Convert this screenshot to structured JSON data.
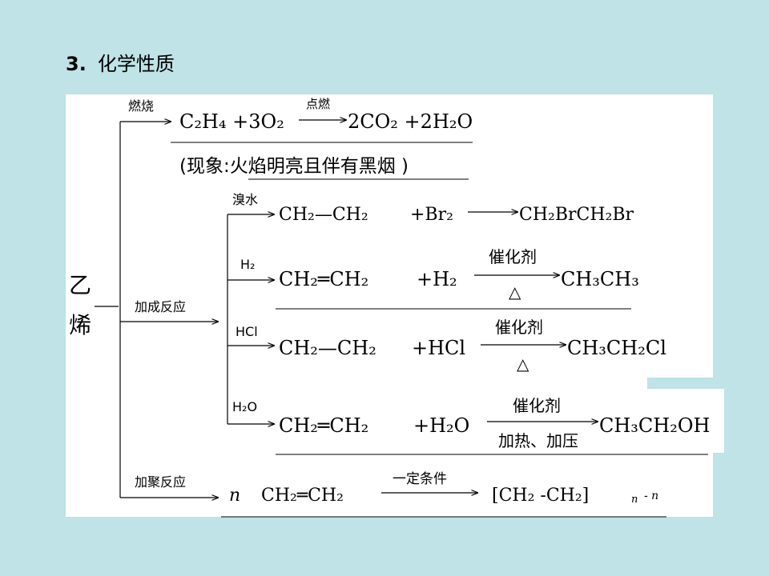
{
  "heading": {
    "number": "3.",
    "title": "化学性质"
  },
  "root": {
    "line1": "乙",
    "line2": "烯"
  },
  "branches": {
    "combustion": {
      "label": "燃烧",
      "lhs": "C₂H₄ +3O₂",
      "condition": "点燃",
      "rhs": "2CO₂ +2H₂O",
      "phenomenon": "(现象:火焰明亮且伴有黑烟 )"
    },
    "addition": {
      "label": "加成反应",
      "rxn1": {
        "label": "溴水",
        "lhs": "CH₂—CH₂",
        "reagent": "+Br₂",
        "rhs": "CH₂BrCH₂Br"
      },
      "rxn2": {
        "label": "H₂",
        "lhs": "CH₂═CH₂",
        "reagent": "+H₂",
        "condition_top": "催化剂",
        "condition_bottom": "△",
        "rhs": "CH₃CH₃"
      },
      "rxn3": {
        "label": "HCl",
        "lhs": "CH₂—CH₂",
        "reagent": "+HCl",
        "condition_top": "催化剂",
        "condition_bottom": "△",
        "rhs": "CH₃CH₂Cl"
      },
      "rxn4": {
        "label": "H₂O",
        "lhs": "CH₂═CH₂",
        "reagent": "+H₂O",
        "condition_top": "催化剂",
        "condition_bottom": "加热、加压",
        "rhs": "CH₃CH₂OH"
      }
    },
    "polymerization": {
      "label": "加聚反应",
      "n": "n",
      "monomer": "CH₂═CH₂",
      "condition": "一定条件",
      "product": "[CH₂ -CH₂]",
      "subscript": "n",
      "tail": "- n"
    }
  },
  "colors": {
    "background": "#bfe3e6",
    "panel": "#ffffff",
    "ink": "#000000"
  }
}
